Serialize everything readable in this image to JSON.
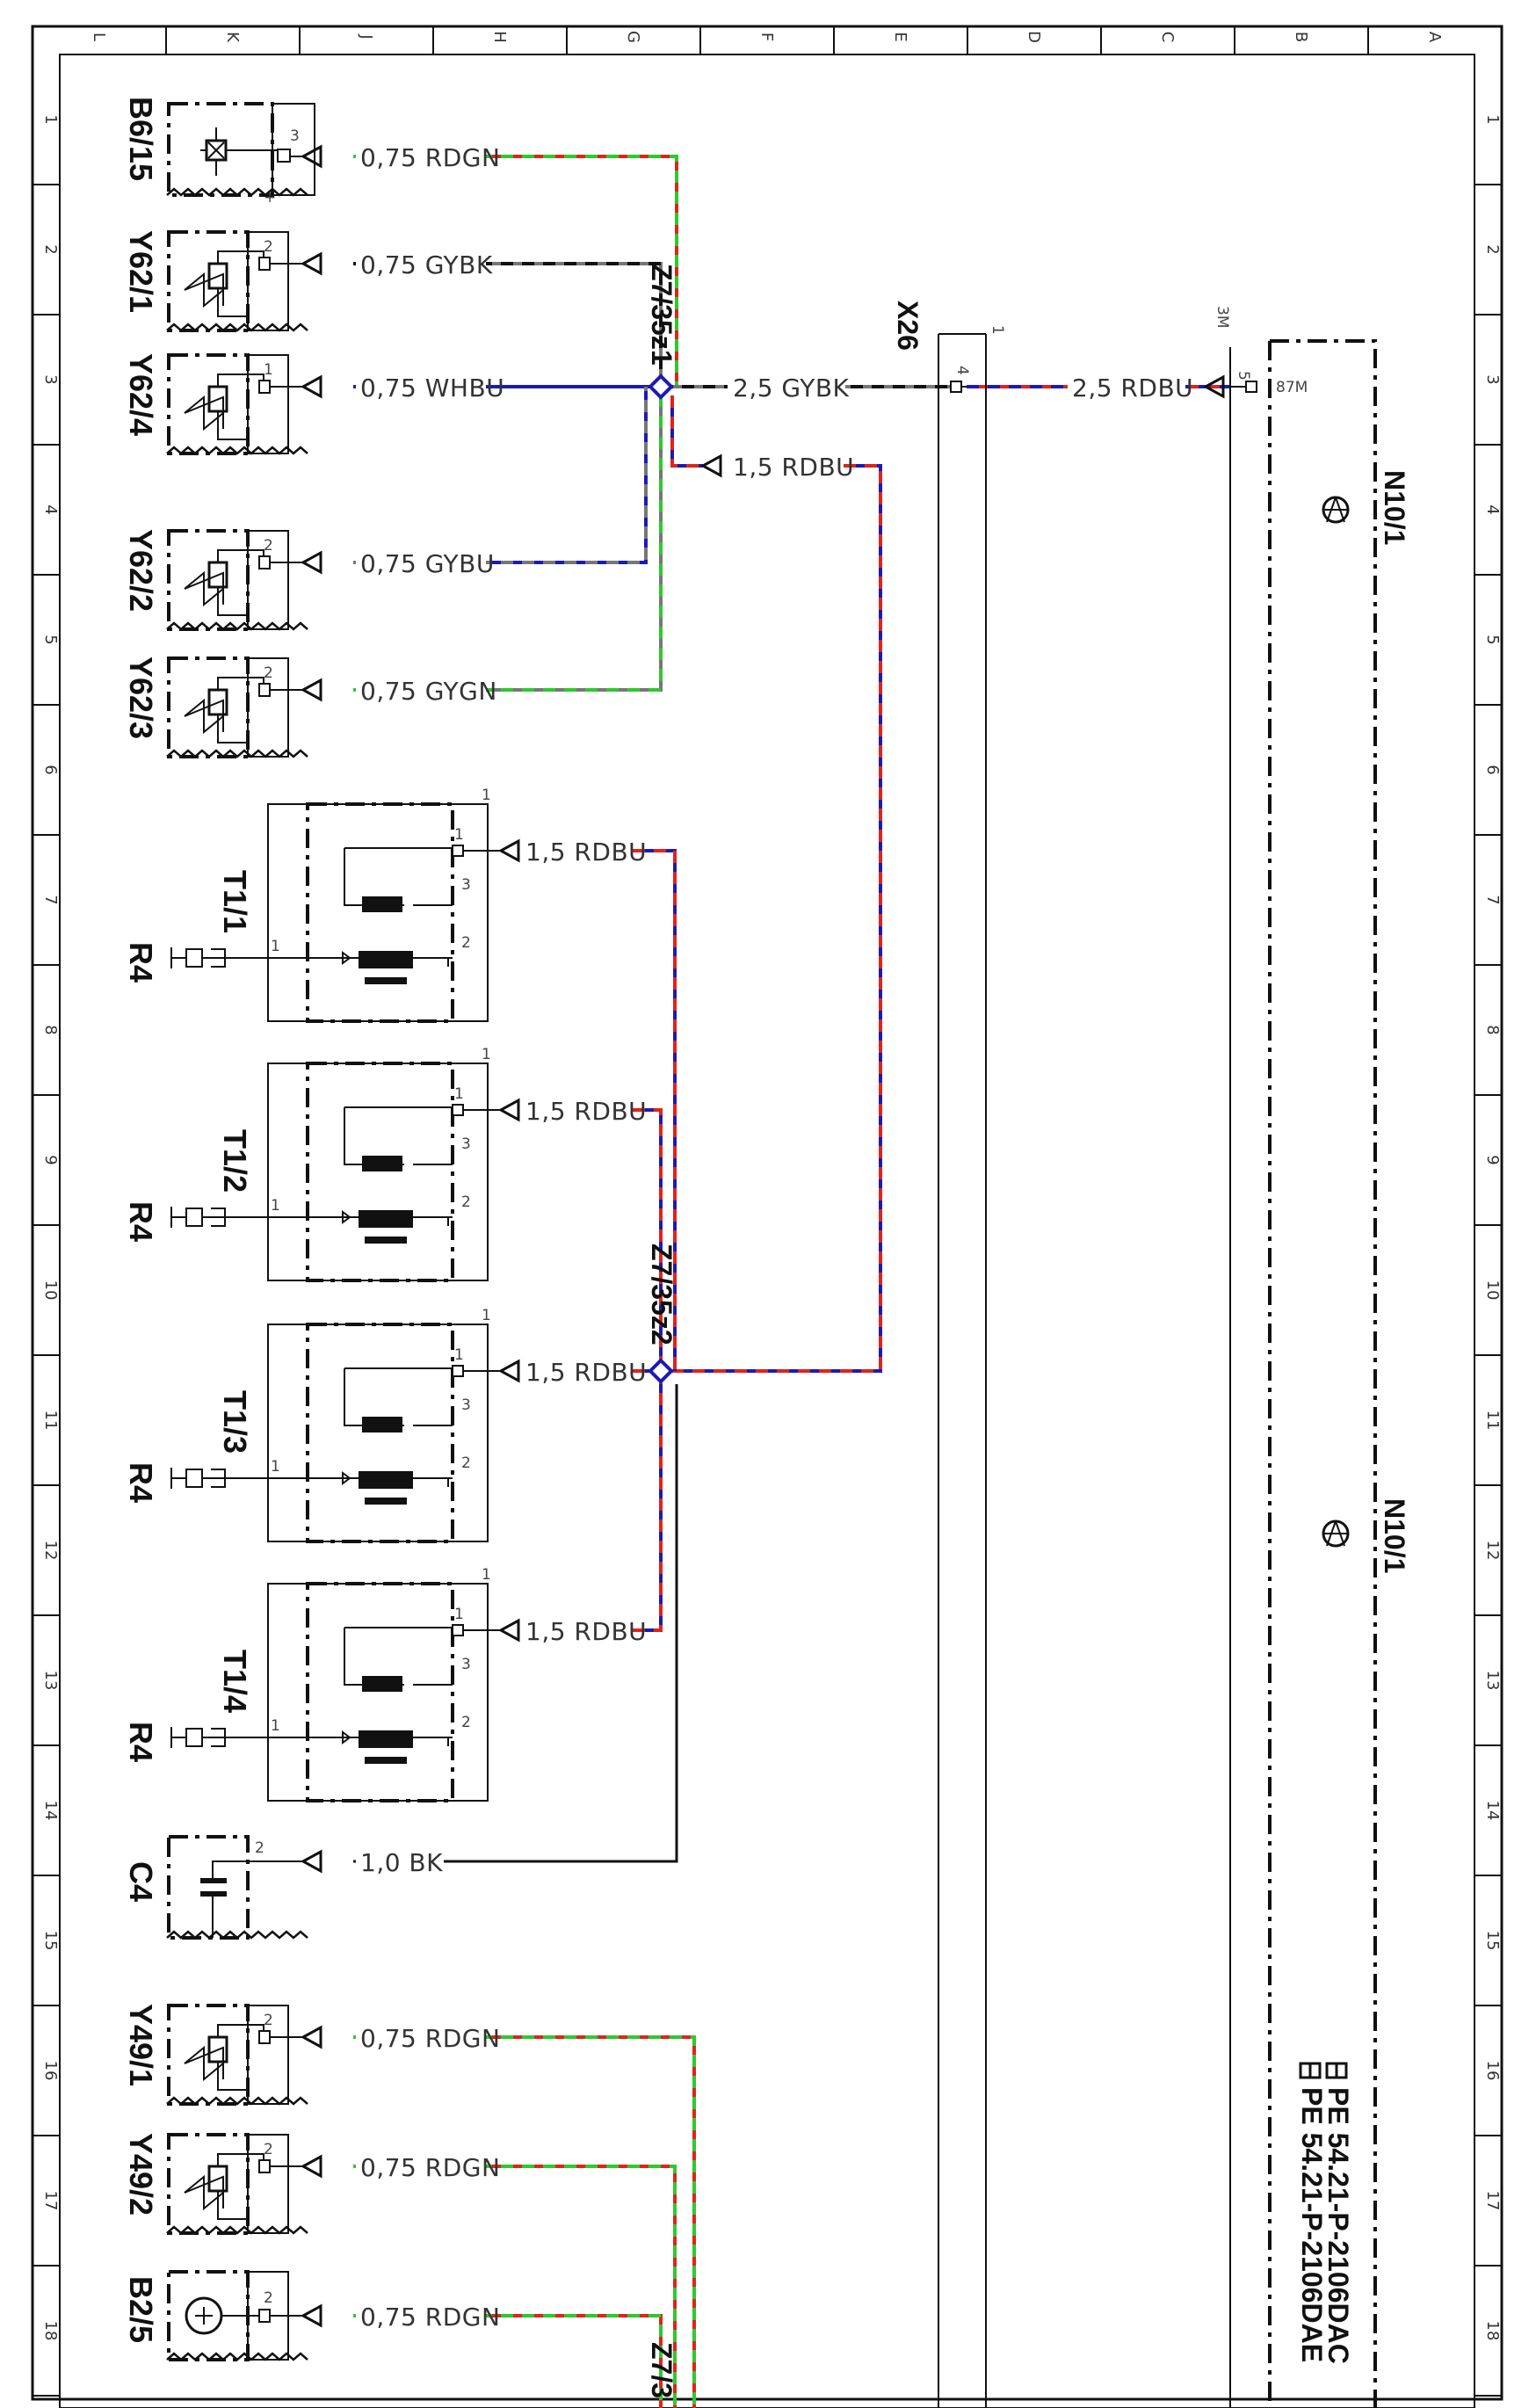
{
  "sheet": {
    "columns": [
      "L",
      "K",
      "J",
      "H",
      "G",
      "F",
      "E",
      "D",
      "C",
      "B",
      "A"
    ],
    "rows": [
      "1",
      "2",
      "3",
      "4",
      "5",
      "6",
      "7",
      "8",
      "9",
      "10",
      "11",
      "12",
      "13",
      "14",
      "15",
      "16",
      "17",
      "18"
    ]
  },
  "colors": {
    "RD": "#e0231c",
    "GN": "#2ec92e",
    "BU": "#1b1bb4",
    "GY": "#777777",
    "BK": "#111111",
    "WH": "#dddddd"
  },
  "components": {
    "B6_15": "B6/15",
    "Y62_1": "Y62/1",
    "Y62_4": "Y62/4",
    "Y62_2": "Y62/2",
    "Y62_3": "Y62/3",
    "T1_1": "T1/1",
    "T1_2": "T1/2",
    "T1_3": "T1/3",
    "T1_4": "T1/4",
    "R4": "R4",
    "C4": "C4",
    "Y49_1": "Y49/1",
    "Y49_2": "Y49/2",
    "B2_5": "B2/5",
    "X26": "X26",
    "N10_1": "N10/1"
  },
  "splices": {
    "z1": "Z7/35z1",
    "z2": "Z7/35z2",
    "z3": "Z7/3"
  },
  "wires": {
    "w_b6": "0,75 RDGN",
    "w_y621": "0,75 GYBK",
    "w_y624": "0,75 WHBU",
    "w_y622": "0,75 GYBU",
    "w_y623": "0,75 GYGN",
    "w_main": "2,5 GYBK",
    "w_main2": "2,5 RDBU",
    "w_feed": "1,5 RDBU",
    "w_t1": "1,5 RDBU",
    "w_t2": "1,5 RDBU",
    "w_t3": "1,5 RDBU",
    "w_t4": "1,5 RDBU",
    "w_c4": "1,0 BK",
    "w_y491": "0,75 RDGN",
    "w_y492": "0,75 RDGN",
    "w_b25": "0,75 RDGN"
  },
  "pins": {
    "p1": "1",
    "p2": "2",
    "p3": "3",
    "p4": "4",
    "p5": "5",
    "p87m": "87M",
    "p3m": "3M",
    "plus": "+"
  },
  "refs": {
    "ref1": "PE 54.21-P-2106DAC",
    "ref2": "PE 54.21-P-2106DAE"
  }
}
